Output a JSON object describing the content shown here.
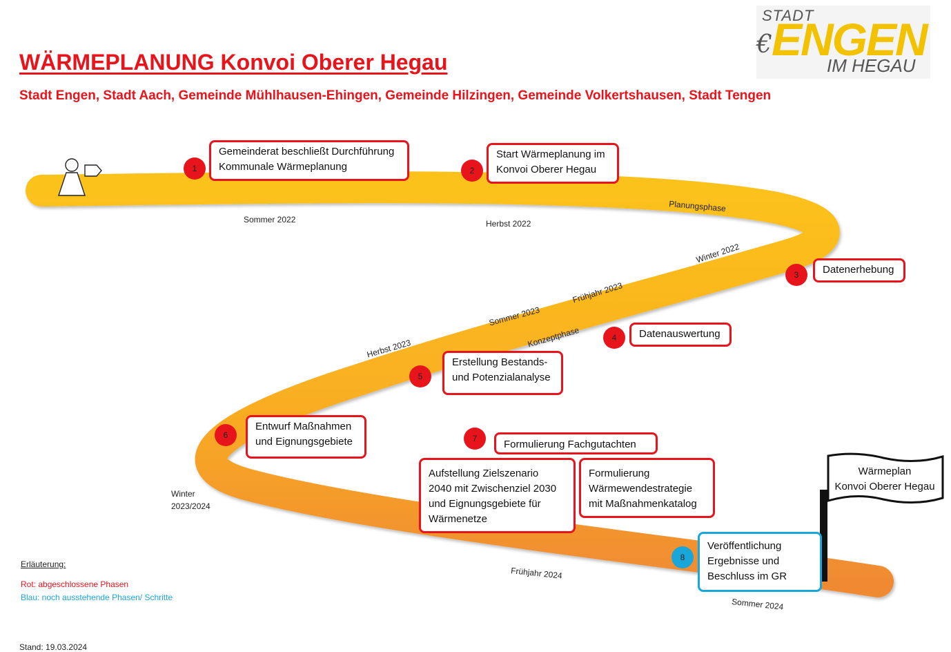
{
  "header": {
    "title": "WÄRMEPLANUNG Konvoi Oberer Hegau",
    "subtitle": "Stadt Engen, Stadt Aach, Gemeinde Mühlhausen-Ehingen, Gemeinde Hilzingen, Gemeinde Volkertshausen, Stadt Tengen"
  },
  "logo": {
    "line1": "STADT",
    "line2": "ENGEN",
    "line3": "IM HEGAU",
    "mark": "€"
  },
  "colors": {
    "red": "#e8141b",
    "blue": "#19a6d9",
    "road_top": "#fcc21b",
    "road_bottom": "#f08a33"
  },
  "steps": [
    {
      "number": "1",
      "status": "red",
      "lines": [
        "Gemeinderat beschließt Durchführung",
        "Kommunale Wärmeplanung"
      ]
    },
    {
      "number": "2",
      "status": "red",
      "lines": [
        "Start Wärmeplanung im",
        "Konvoi Oberer Hegau"
      ]
    },
    {
      "number": "3",
      "status": "red",
      "lines": [
        "Datenerhebung"
      ]
    },
    {
      "number": "4",
      "status": "red",
      "lines": [
        "Datenauswertung"
      ]
    },
    {
      "number": "5",
      "status": "red",
      "lines": [
        "Erstellung Bestands-",
        "und Potenzialanalyse"
      ]
    },
    {
      "number": "6",
      "status": "red",
      "lines": [
        "Entwurf Maßnahmen",
        "und Eignungsgebiete"
      ]
    },
    {
      "number": "7",
      "status": "red",
      "lines": [
        "Formulierung Fachgutachten"
      ]
    },
    {
      "number": "",
      "status": "red",
      "lines": [
        "Aufstellung Zielszenario",
        "2040 mit Zwischenziel 2030",
        "und Eignungsgebiete für",
        "Wärmenetze"
      ]
    },
    {
      "number": "",
      "status": "red",
      "lines": [
        "Formulierung",
        "Wärmewendestrategie",
        "mit Maßnahmenkatalog"
      ]
    },
    {
      "number": "8",
      "status": "blue",
      "lines": [
        "Veröffentlichung",
        "Ergebnisse und",
        "Beschluss im GR"
      ]
    }
  ],
  "seasons": [
    "Sommer 2022",
    "Herbst 2022",
    "Planungsphase",
    "Winter  2022",
    "Frühjahr  2023",
    "Sommer  2023",
    "Konzeptphase",
    "Herbst 2023",
    "Winter",
    "2023/2024",
    "Frühjahr  2024",
    "Sommer  2024"
  ],
  "flag": {
    "line1": "Wärmeplan",
    "line2": "Konvoi Oberer Hegau"
  },
  "legend": {
    "heading": "Erläuterung:",
    "red": "Rot: abgeschlossene Phasen",
    "blue": "Blau: noch ausstehende Phasen/ Schritte"
  },
  "stand": "Stand: 19.03.2024"
}
